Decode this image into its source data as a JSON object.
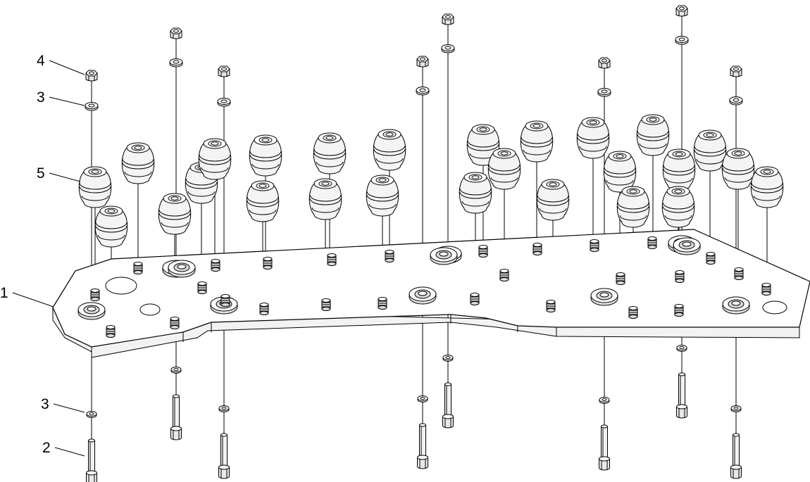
{
  "callouts": {
    "plate": "1",
    "screw": "2",
    "washer_top": "3",
    "washer_bottom": "3",
    "nut": "4",
    "damper": "5"
  },
  "colors": {
    "line": "#000000",
    "fill": "#ffffff",
    "shade": "#dddddd",
    "shade_dark": "#bbbbbb"
  },
  "icons": [
    "hex-nut-icon",
    "washer-icon",
    "rubber-damper-icon",
    "set-screw-icon",
    "socket-cap-screw-icon",
    "counterbore-icon",
    "mounting-plate-icon"
  ]
}
